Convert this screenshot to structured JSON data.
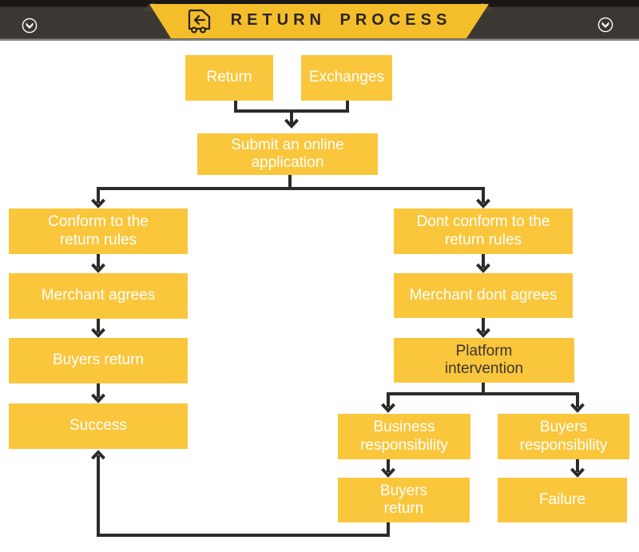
{
  "header": {
    "title": "RETURN PROCESS",
    "banner_icon": "return-delivery-truck-icon",
    "left_button_icon": "chevron-down-circle-icon",
    "right_button_icon": "chevron-down-circle-icon"
  },
  "colors": {
    "banner_yellow": "#F4BE2A",
    "box_yellow": "#F9C63C",
    "bar_dark": "#3B3733",
    "line_color": "#2D2B28",
    "box_text": "#FFFFFF",
    "platform_text": "#3B3530"
  },
  "flowchart": {
    "nodes": [
      {
        "id": "return",
        "label": "Return"
      },
      {
        "id": "exchanges",
        "label": "Exchanges"
      },
      {
        "id": "submit",
        "label": "Submit an online\napplication"
      },
      {
        "id": "conform",
        "label": "Conform to the\nreturn rules"
      },
      {
        "id": "merchant_agrees",
        "label": "Merchant agrees"
      },
      {
        "id": "buyers_return_1",
        "label": "Buyers return"
      },
      {
        "id": "success",
        "label": "Success"
      },
      {
        "id": "dont_conform",
        "label": "Dont conform to the\nreturn rules"
      },
      {
        "id": "merchant_dont_agrees",
        "label": "Merchant dont agrees"
      },
      {
        "id": "platform_intervention",
        "label": "Platform\nintervention"
      },
      {
        "id": "business_responsibility",
        "label": "Business\nresponsibility"
      },
      {
        "id": "buyers_responsibility",
        "label": "Buyers\nresponsibility"
      },
      {
        "id": "buyers_return_2",
        "label": "Buyers\nreturn"
      },
      {
        "id": "failure",
        "label": "Failure"
      }
    ],
    "edges": [
      {
        "from": "return",
        "to": "submit"
      },
      {
        "from": "exchanges",
        "to": "submit"
      },
      {
        "from": "submit",
        "to": "conform"
      },
      {
        "from": "submit",
        "to": "dont_conform"
      },
      {
        "from": "conform",
        "to": "merchant_agrees"
      },
      {
        "from": "merchant_agrees",
        "to": "buyers_return_1"
      },
      {
        "from": "buyers_return_1",
        "to": "success"
      },
      {
        "from": "dont_conform",
        "to": "merchant_dont_agrees"
      },
      {
        "from": "merchant_dont_agrees",
        "to": "platform_intervention"
      },
      {
        "from": "platform_intervention",
        "to": "business_responsibility"
      },
      {
        "from": "platform_intervention",
        "to": "buyers_responsibility"
      },
      {
        "from": "business_responsibility",
        "to": "buyers_return_2"
      },
      {
        "from": "buyers_responsibility",
        "to": "failure"
      },
      {
        "from": "buyers_return_2",
        "to": "success"
      }
    ]
  }
}
